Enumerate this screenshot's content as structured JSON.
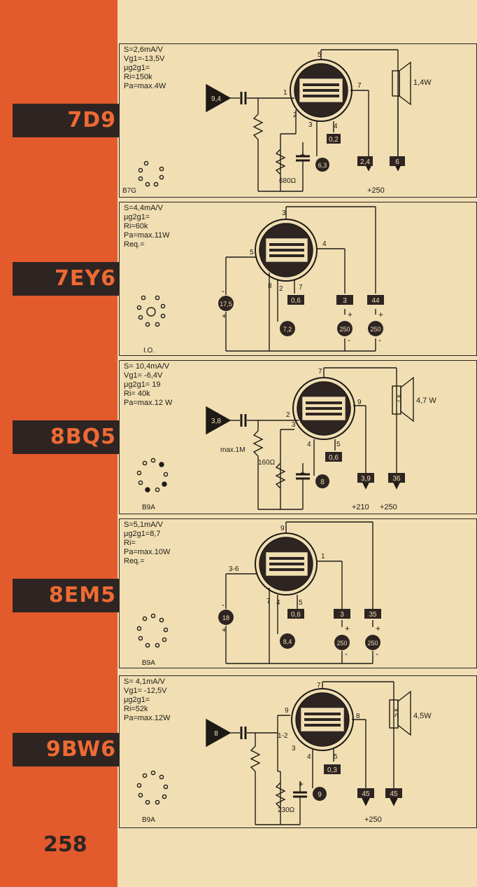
{
  "page_number": "258",
  "colors": {
    "accent": "#e35a2c",
    "label_bg": "#2e2522",
    "label_text": "#ee6a35",
    "paper": "#f1dfb3",
    "ink": "#1e1a16"
  },
  "entries": [
    {
      "tube": "7D9",
      "specs": [
        "S=2,6mA/V",
        "Vg1=-13,5V",
        "μg2g1=",
        "Ri=150k",
        "Pa=max.4W"
      ],
      "base": "B7G",
      "base_pins": [
        "1",
        "2",
        "3",
        "4",
        "5",
        "6",
        "7"
      ],
      "input": "9,4",
      "pins": [
        "1",
        "2",
        "3",
        "4",
        "5",
        "7"
      ],
      "boxes": [
        "0,2",
        "2,4",
        "6"
      ],
      "circles": [
        "6,3"
      ],
      "resistor": "680Ω",
      "speaker": "1,4W",
      "supply": [
        "+250"
      ],
      "cap_plus": "+"
    },
    {
      "tube": "7EY6",
      "specs": [
        "S=4,4mA/V",
        "μg2g1=",
        "Ri=60k",
        "Pa=max.11W",
        "Req.="
      ],
      "base": "I.O.",
      "base_pins": [
        "1",
        "2",
        "3",
        "4",
        "5",
        "6",
        "7",
        "8"
      ],
      "pins": [
        "2",
        "3",
        "4",
        "5",
        "7",
        "8"
      ],
      "boxes": [
        "0,6",
        "3",
        "44"
      ],
      "circles": [
        "17,5",
        "7,2",
        "250",
        "250"
      ],
      "signs": [
        "-",
        "+",
        "+",
        "-",
        "+",
        "-"
      ]
    },
    {
      "tube": "8BQ5",
      "specs": [
        "S= 10,4mA/V",
        "Vg1= -6,4V",
        "μg2g1= 19",
        "Ri= 40k",
        "Pa=max.12 W"
      ],
      "base": "B9A",
      "base_pins": [
        "1",
        "2",
        "3",
        "4",
        "5",
        "6",
        "7",
        "8",
        "9"
      ],
      "input": "3,8",
      "pins": [
        "2",
        "3",
        "4",
        "5",
        "7",
        "9"
      ],
      "boxes": [
        "0,6",
        "3,9",
        "36"
      ],
      "circles": [
        "8"
      ],
      "resistors": [
        "max.1M",
        "160Ω"
      ],
      "speaker_box": "7 k",
      "speaker": "4,7 W",
      "supply": [
        "+210",
        "+250"
      ],
      "cap_plus": "+"
    },
    {
      "tube": "8EM5",
      "specs": [
        "S=5,1mA/V",
        "μg2g1=8,7",
        "Ri=",
        "Pa=max.10W",
        "Req.="
      ],
      "base": "B9A",
      "base_pins": [
        "1",
        "2",
        "3",
        "4",
        "5",
        "6",
        "7",
        "8",
        "9"
      ],
      "pins": [
        "3-6",
        "9",
        "1",
        "7",
        "4",
        "5"
      ],
      "boxes": [
        "0,6",
        "3",
        "35"
      ],
      "circles": [
        "18",
        "8,4",
        "250",
        "250"
      ],
      "signs": [
        "-",
        "+",
        "+",
        "-",
        "+",
        "-"
      ]
    },
    {
      "tube": "9BW6",
      "specs": [
        "S= 4,1mA/V",
        "Vg1= -12,5V",
        "μg2g1=",
        "Ri=52k",
        "Pa=max.12W"
      ],
      "base": "B9A",
      "base_pins": [
        "1",
        "2",
        "3",
        "4",
        "5",
        "6",
        "7",
        "8",
        "9"
      ],
      "input": "8",
      "pins": [
        "1-2",
        "3",
        "4",
        "5",
        "7",
        "8",
        "9"
      ],
      "boxes": [
        "0,3",
        "45",
        "45"
      ],
      "circles": [
        "9"
      ],
      "resistor": "230Ω",
      "speaker_box": "5 k",
      "speaker": "4,5W",
      "supply": [
        "+250"
      ],
      "cap_plus": "+"
    }
  ]
}
